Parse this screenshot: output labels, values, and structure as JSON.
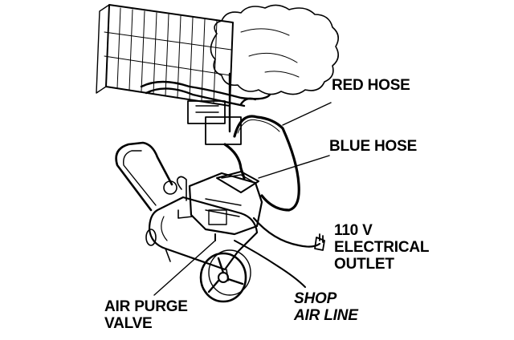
{
  "labels": {
    "red_hose": "RED HOSE",
    "blue_hose": "BLUE HOSE",
    "outlet_line1": "110 V",
    "outlet_line2": "ELECTRICAL",
    "outlet_line3": "OUTLET",
    "purge_line1": "AIR PURGE",
    "purge_line2": "VALVE",
    "shop_line1": "SHOP",
    "shop_line2": "AIR LINE"
  },
  "colors": {
    "ink": "#000000",
    "paper": "#ffffff"
  }
}
